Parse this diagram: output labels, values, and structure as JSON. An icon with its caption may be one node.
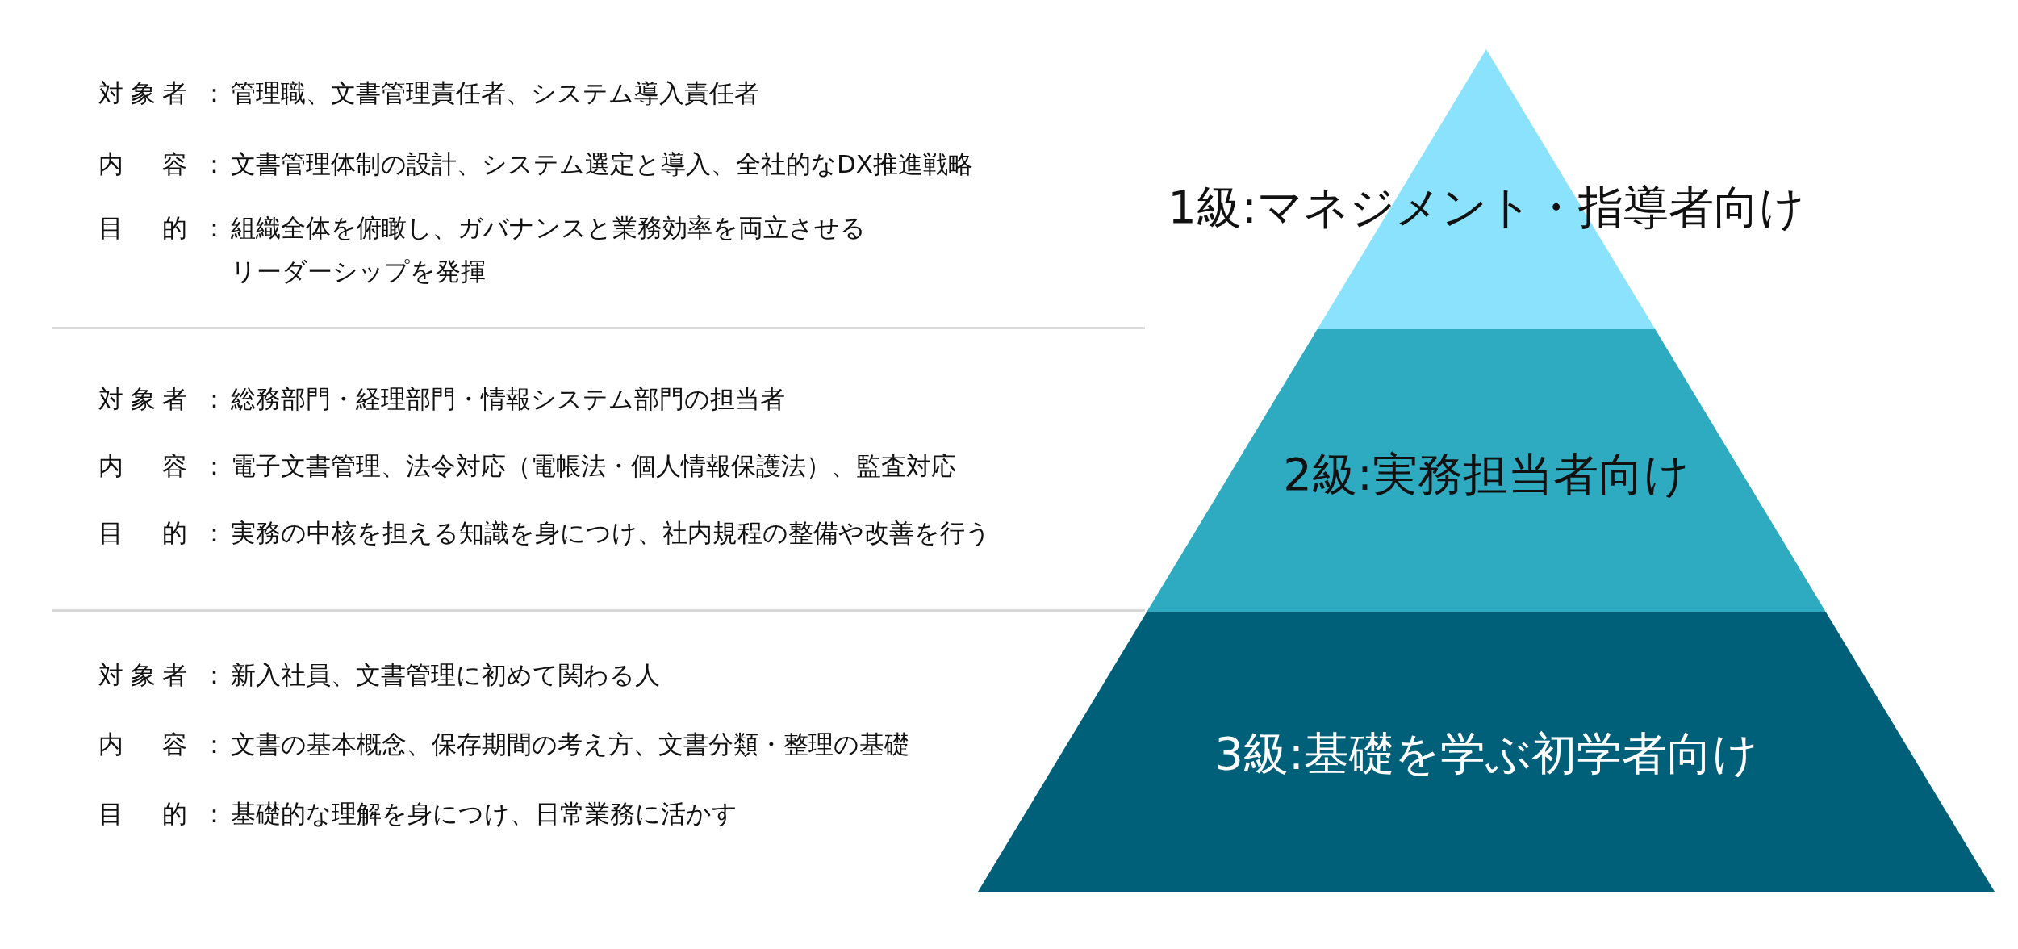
{
  "diagram": {
    "nodes": [
      {
        "text": [
          "1級:マネジメント・指導者向け"
        ]
      },
      {
        "text": [
          "2級:実務担当者向け"
        ]
      },
      {
        "text": [
          "3級:基礎を学ぶ初学者向け"
        ]
      }
    ],
    "labels": [
      "対象者",
      "：",
      "管理職、文書管理責任者、システム導入責任者",
      "内 容",
      "：",
      "文書管理体制の設計、システム選定と導入、全社的なDX推進戦略",
      "目 的",
      "：",
      "組織全体を俯瞰し、ガバナンスと業務効率を両立させるリーダーシップを発揮",
      "対象者",
      "：",
      "総務部門・経理部門・情報システム部門の担当者",
      "内 容",
      "：",
      "電子文書管理、法令対応（電帳法・個人情報保護法）、監査対応",
      "目 的",
      "：",
      "実務の中核を担える知識を身につけ、社内規程の整備や改善を行う",
      "対象者",
      "：",
      "新入社員、文書管理に初めて関わる人",
      "内 容",
      "：",
      "文書の基本概念、保存期間の考え方、文書分類・整理の基礎",
      "目 的",
      "：",
      "基礎的な理解を身につけ、日常業務に活かす"
    ]
  }
}
